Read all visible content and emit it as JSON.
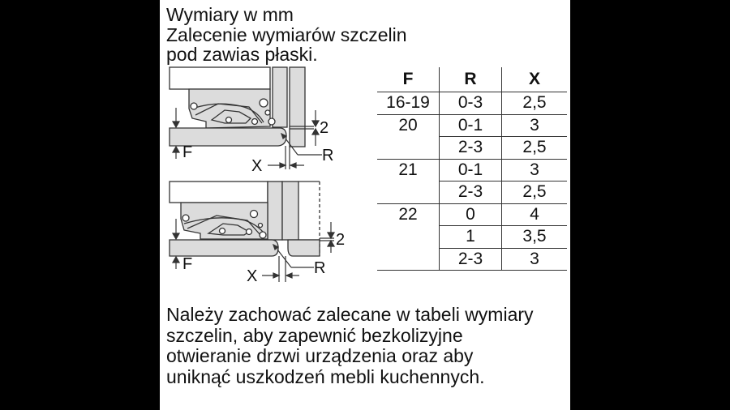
{
  "heading": {
    "lines": [
      "Wymiary w mm",
      "Zalecenie wymiarów szczelin",
      "pod zawias płaski."
    ]
  },
  "diagram": {
    "top": {
      "labels": {
        "f": "F",
        "x": "X",
        "r": "R",
        "gap": "2"
      }
    },
    "bottom": {
      "labels": {
        "f": "F",
        "x": "X",
        "r": "R",
        "gap": "2"
      }
    },
    "colors": {
      "fill": "#dcdcdc",
      "stroke": "#333333"
    }
  },
  "table": {
    "headers": [
      "F",
      "R",
      "X"
    ],
    "rows": [
      {
        "f": "16-19",
        "r": "0-3",
        "x": "2,5"
      },
      {
        "f": "20",
        "r": "0-1",
        "x": "3"
      },
      {
        "f": "",
        "r": "2-3",
        "x": "2,5"
      },
      {
        "f": "21",
        "r": "0-1",
        "x": "3"
      },
      {
        "f": "",
        "r": "2-3",
        "x": "2,5"
      },
      {
        "f": "22",
        "r": "0",
        "x": "4"
      },
      {
        "f": "",
        "r": "1",
        "x": "3,5"
      },
      {
        "f": "",
        "r": "2-3",
        "x": "3"
      }
    ]
  },
  "note": {
    "lines": [
      "Należy zachować zalecane w tabeli wymiary",
      "szczelin, aby zapewnić bezkolizyjne",
      "otwieranie drzwi urządzenia oraz aby",
      "uniknąć uszkodzeń mebli kuchennych."
    ]
  }
}
